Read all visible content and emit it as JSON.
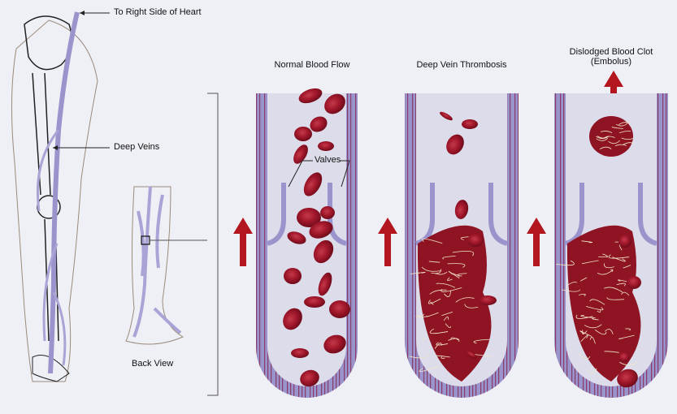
{
  "labels": {
    "heart": "To Right Side of Heart",
    "deep_veins": "Deep Veins",
    "back_view": "Back View",
    "valves": "Valves"
  },
  "panels": [
    {
      "title": "Normal Blood Flow"
    },
    {
      "title": "Deep Vein Thrombosis"
    },
    {
      "title_line1": "Dislodged Blood Clot",
      "title_line2": "(Embolus)"
    }
  ],
  "colors": {
    "background": "#eff0f6",
    "vein_interior": "#dcdcea",
    "vein_wall": "#9a94cc",
    "blood_cell": "#9b1428",
    "arrow": "#b3161f"
  }
}
